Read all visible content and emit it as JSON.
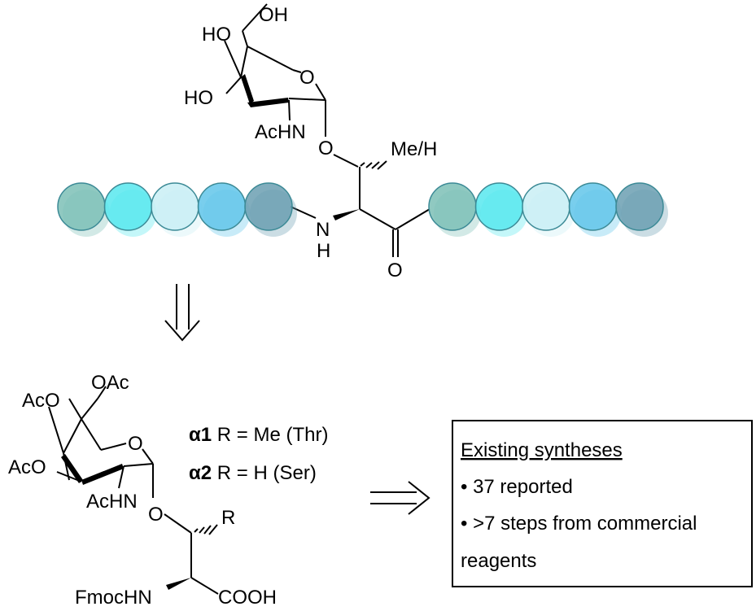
{
  "top_structure": {
    "oh_top": "OH",
    "ho_upper": "HO",
    "ho_lower": "HO",
    "ring_o": "O",
    "achn": "AcHN",
    "glyco_o": "O",
    "me_h": "Me/H",
    "nh_n": "N",
    "nh_h": "H",
    "carbonyl_o": "O"
  },
  "peptide_beads": {
    "left_colors": [
      "#7dbfb6",
      "#57e8ee",
      "#c9eef4",
      "#62c6ea",
      "#6b9fb2"
    ],
    "right_colors": [
      "#7dbfb6",
      "#57e8ee",
      "#c9eef4",
      "#62c6ea",
      "#6b9fb2"
    ]
  },
  "bottom_structure": {
    "oac_top": "OAc",
    "aco_upper": "AcO",
    "aco_lower": "AcO",
    "ring_o": "O",
    "achn": "AcHN",
    "glyco_o": "O",
    "r": "R",
    "fmochn": "FmocHN",
    "cooh": "COOH"
  },
  "compounds": [
    {
      "alpha": "α",
      "num": "1",
      "desc": " R = Me (Thr)"
    },
    {
      "alpha": "α",
      "num": "2",
      "desc": " R = H (Ser)"
    }
  ],
  "existing_box": {
    "heading": "Existing syntheses",
    "line1": "• 37 reported",
    "line2": "• >7 steps from commercial",
    "line3": "reagents"
  }
}
